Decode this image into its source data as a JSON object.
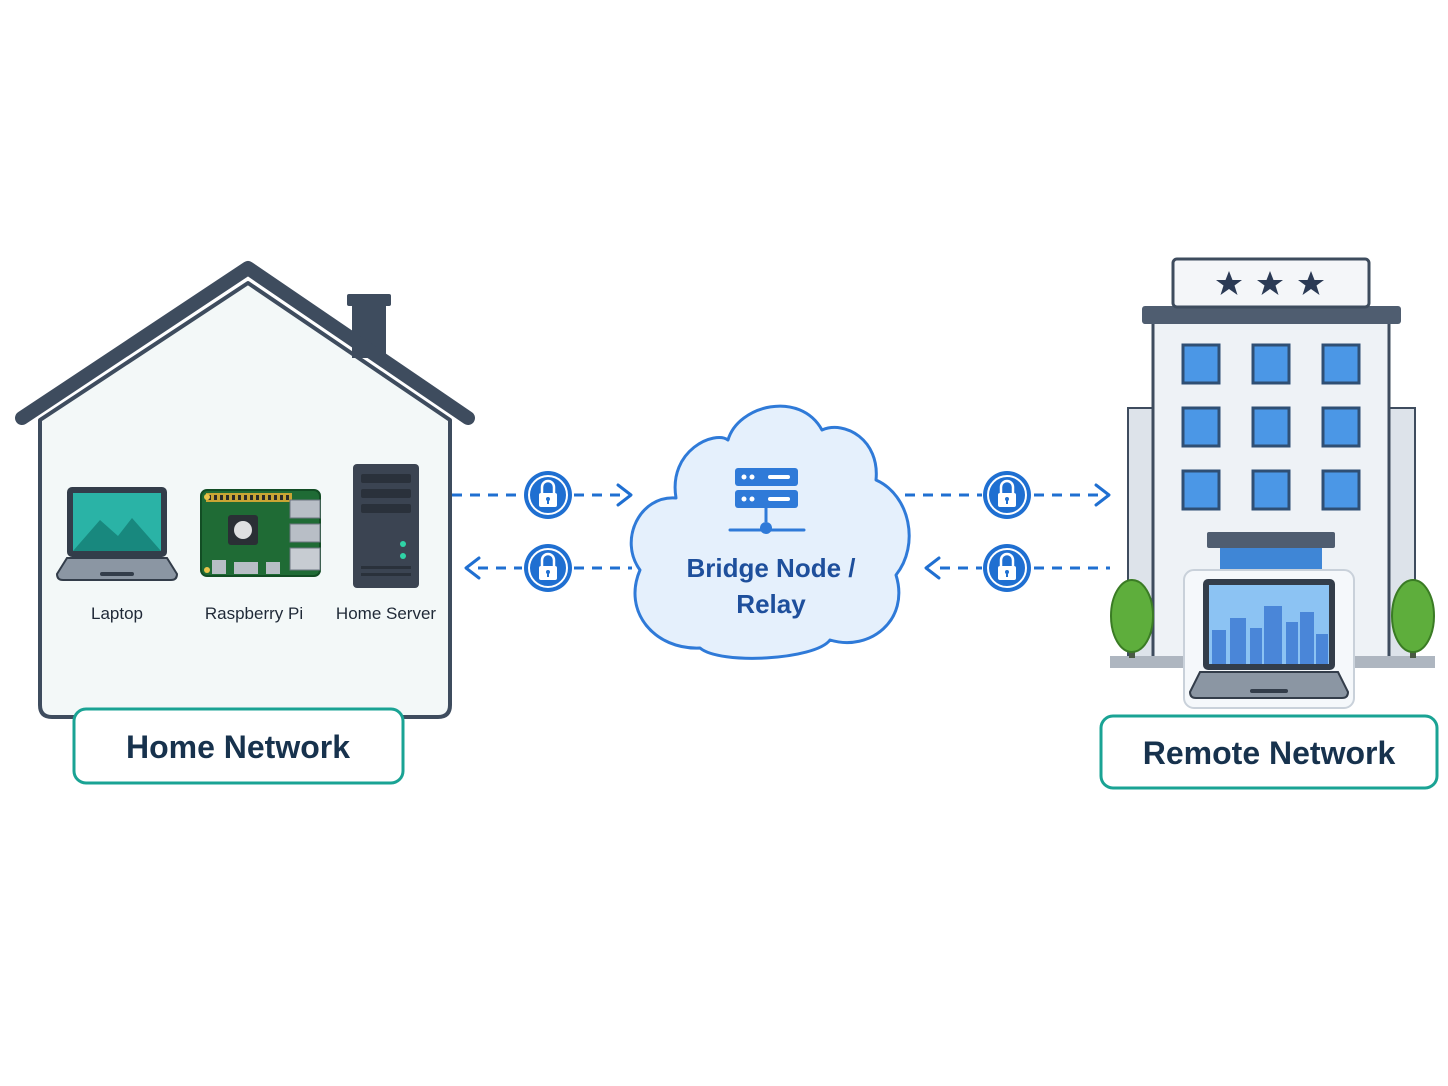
{
  "home": {
    "title": "Home Network",
    "devices": {
      "laptop": "Laptop",
      "raspberry_pi": "Raspberry Pi",
      "server": "Home Server"
    }
  },
  "relay": {
    "line1": "Bridge Node /",
    "line2": "Relay"
  },
  "remote": {
    "title": "Remote Network"
  },
  "colors": {
    "accent_teal": "#1aa394",
    "flow_blue": "#1f6fd1",
    "outline_slate": "#3e4c5e"
  },
  "icons": [
    "house-icon",
    "laptop-icon",
    "raspberry-pi-icon",
    "server-tower-icon",
    "cloud-icon",
    "server-rack-icon",
    "lock-icon",
    "hotel-building-icon",
    "tree-icon"
  ]
}
